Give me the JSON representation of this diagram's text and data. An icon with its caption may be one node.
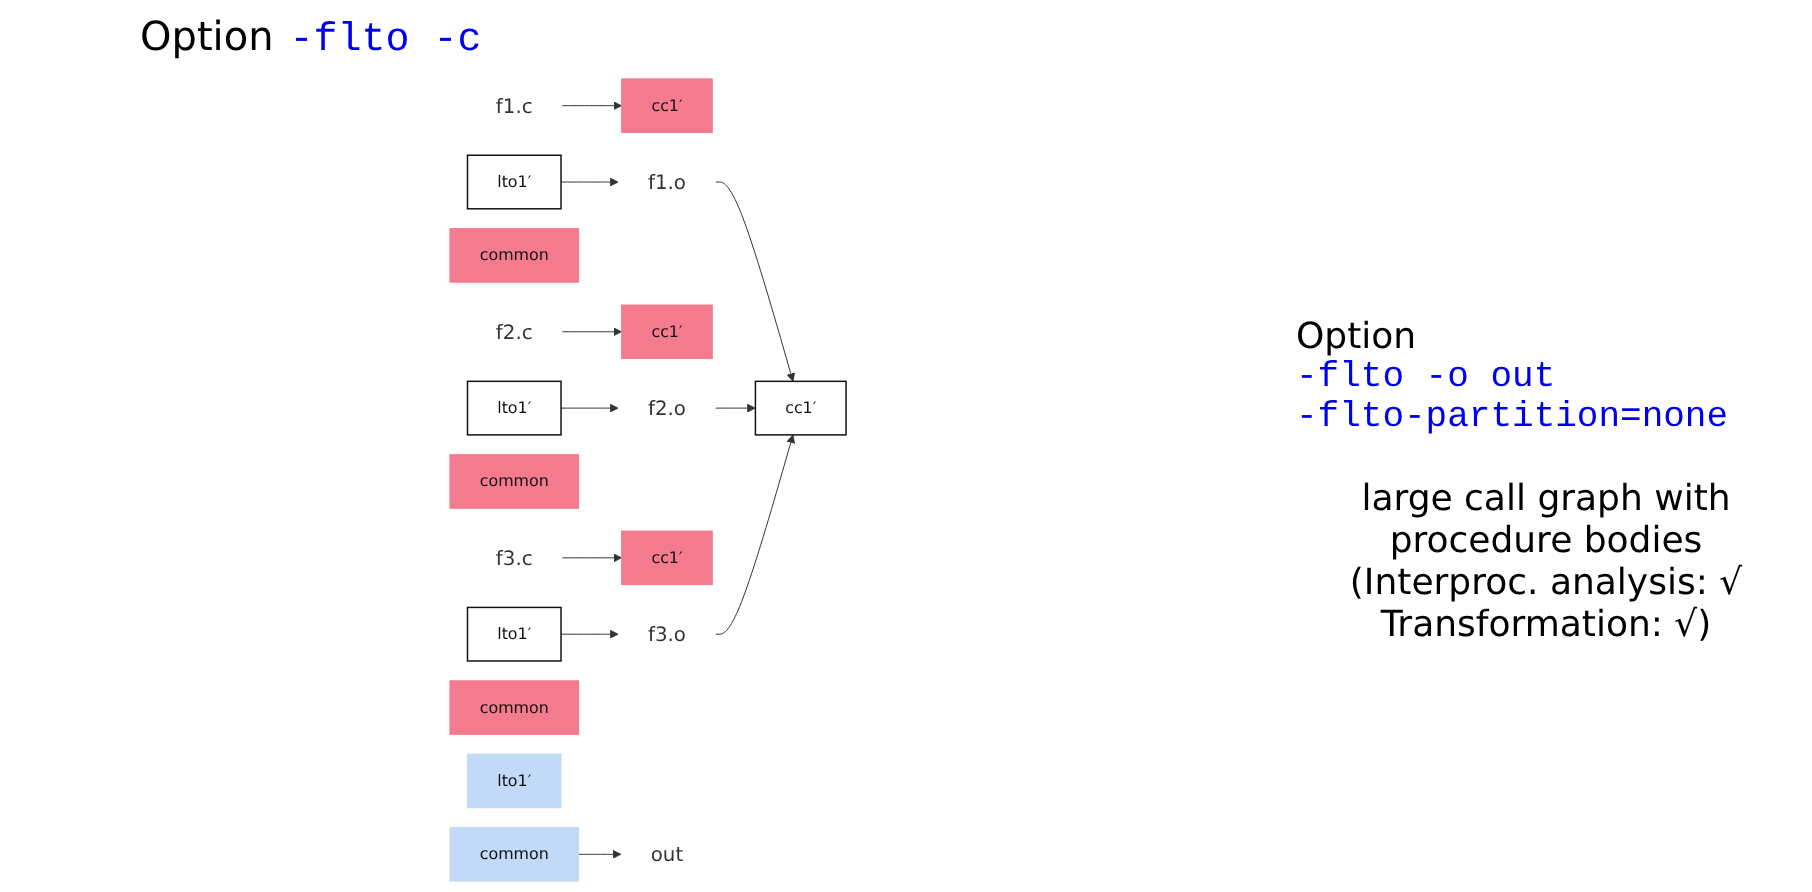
{
  "diagram": {
    "nodes": [
      {
        "text": [
          "f1.c"
        ]
      },
      {
        "text": [
          "cc1′"
        ]
      },
      {
        "text": [
          "lto1′"
        ]
      },
      {
        "text": [
          "common"
        ]
      },
      {
        "text": [
          "f1.o"
        ]
      },
      {
        "text": [
          "f2.c"
        ]
      },
      {
        "text": [
          "cc1′"
        ]
      },
      {
        "text": [
          "lto1′"
        ]
      },
      {
        "text": [
          "common"
        ]
      },
      {
        "text": [
          "f2.o"
        ]
      },
      {
        "text": [
          "f3.c"
        ]
      },
      {
        "text": [
          "cc1′"
        ]
      },
      {
        "text": [
          "lto1′"
        ]
      },
      {
        "text": [
          "common"
        ]
      },
      {
        "text": [
          "f3.o"
        ]
      },
      {
        "text": [
          "cc1′"
        ]
      },
      {
        "text": [
          "lto1′"
        ]
      },
      {
        "text": [
          "common"
        ]
      },
      {
        "text": [
          "out"
        ]
      }
    ],
    "edges": [
      {
        "from": 0,
        "to": 1,
        "arrow": "to"
      },
      {
        "from": 2,
        "to": 4,
        "arrow": "to"
      },
      {
        "from": 5,
        "to": 6,
        "arrow": "to"
      },
      {
        "from": 7,
        "to": 9,
        "arrow": "to"
      },
      {
        "from": 10,
        "to": 11,
        "arrow": "to"
      },
      {
        "from": 12,
        "to": 14,
        "arrow": "to"
      },
      {
        "from": 4,
        "to": 15,
        "arrow": "to"
      },
      {
        "from": 9,
        "to": 15,
        "arrow": "to"
      },
      {
        "from": 14,
        "to": 15,
        "arrow": "to"
      },
      {
        "from": 17,
        "to": 18,
        "arrow": "to"
      }
    ],
    "labels": [
      "Option",
      "-flto -c",
      "Option",
      "-flto -o out",
      "-flto-partition=none",
      "large call graph with procedure bodies (Interproc. analysis: √ Transformation: √)"
    ]
  }
}
